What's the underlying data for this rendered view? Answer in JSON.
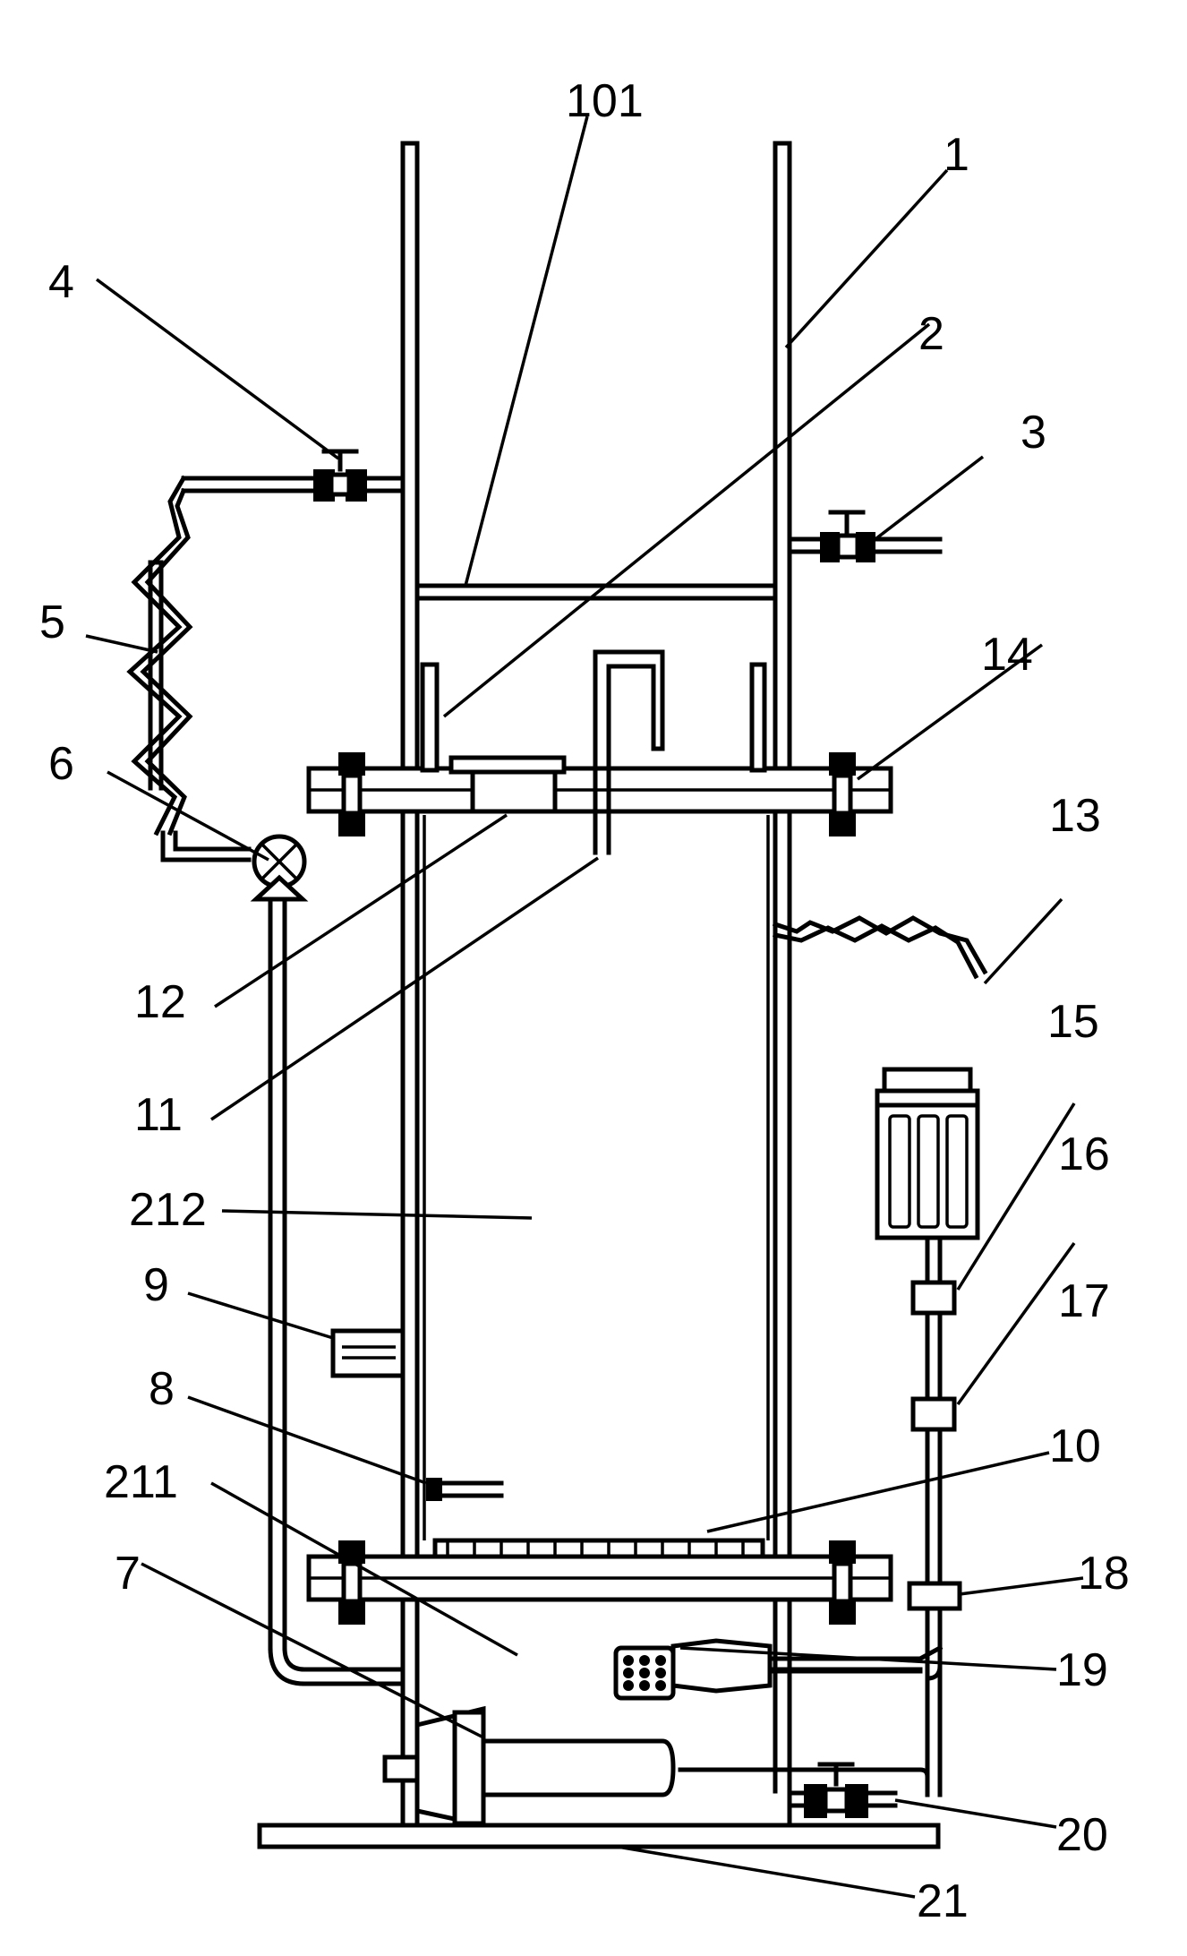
{
  "figure": {
    "labels": {
      "l1": "1",
      "l2": "2",
      "l3": "3",
      "l4": "4",
      "l5": "5",
      "l6": "6",
      "l7": "7",
      "l8": "8",
      "l9": "9",
      "l10": "10",
      "l11": "11",
      "l12": "12",
      "l13": "13",
      "l14": "14",
      "l15": "15",
      "l16": "16",
      "l17": "17",
      "l18": "18",
      "l19": "19",
      "l20": "20",
      "l21": "21",
      "l101": "101",
      "l211": "211",
      "l212": "212"
    }
  }
}
